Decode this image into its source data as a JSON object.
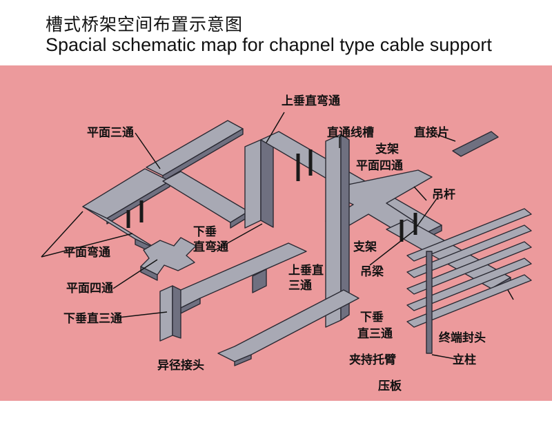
{
  "title": {
    "chinese": "槽式桥架空间布置示意图",
    "english": "Spacial schematic map for chapnel type cable support"
  },
  "labels": {
    "shang_chui_zhi_wan_tong": "上垂直弯通",
    "ping_mian_san_tong": "平面三通",
    "zhi_tong_xian_cao": "直通线槽",
    "zhi_jie_pian": "直接片",
    "zhi_jia_top": "支架",
    "ping_mian_si_tong_right": "平面四通",
    "diao_gan": "吊杆",
    "xia_chui_line1": "下垂",
    "xia_chui_line2": "直弯通",
    "ping_mian_wan_tong": "平面弯通",
    "zhi_jia_mid": "支架",
    "diao_liang": "吊梁",
    "shang_chui_san_line1": "上垂直",
    "shang_chui_san_line2": "三通",
    "ping_mian_si_tong_left": "平面四通",
    "xia_chui_zhi_san_tong_left": "下垂直三通",
    "xia_chui_san_line1": "下垂",
    "xia_chui_san_line2": "直三通",
    "zhong_duan_feng_tou": "终端封头",
    "yi_jing_jie_tou": "异径接头",
    "jia_chi_tuo_bi": "夹持托臂",
    "li_zhu": "立柱",
    "ya_ban": "压板"
  },
  "colors": {
    "background": "#ec9a9c",
    "tray_top": "#a8a9b4",
    "tray_side": "#6f7080",
    "tray_edge": "#2a2a33"
  }
}
